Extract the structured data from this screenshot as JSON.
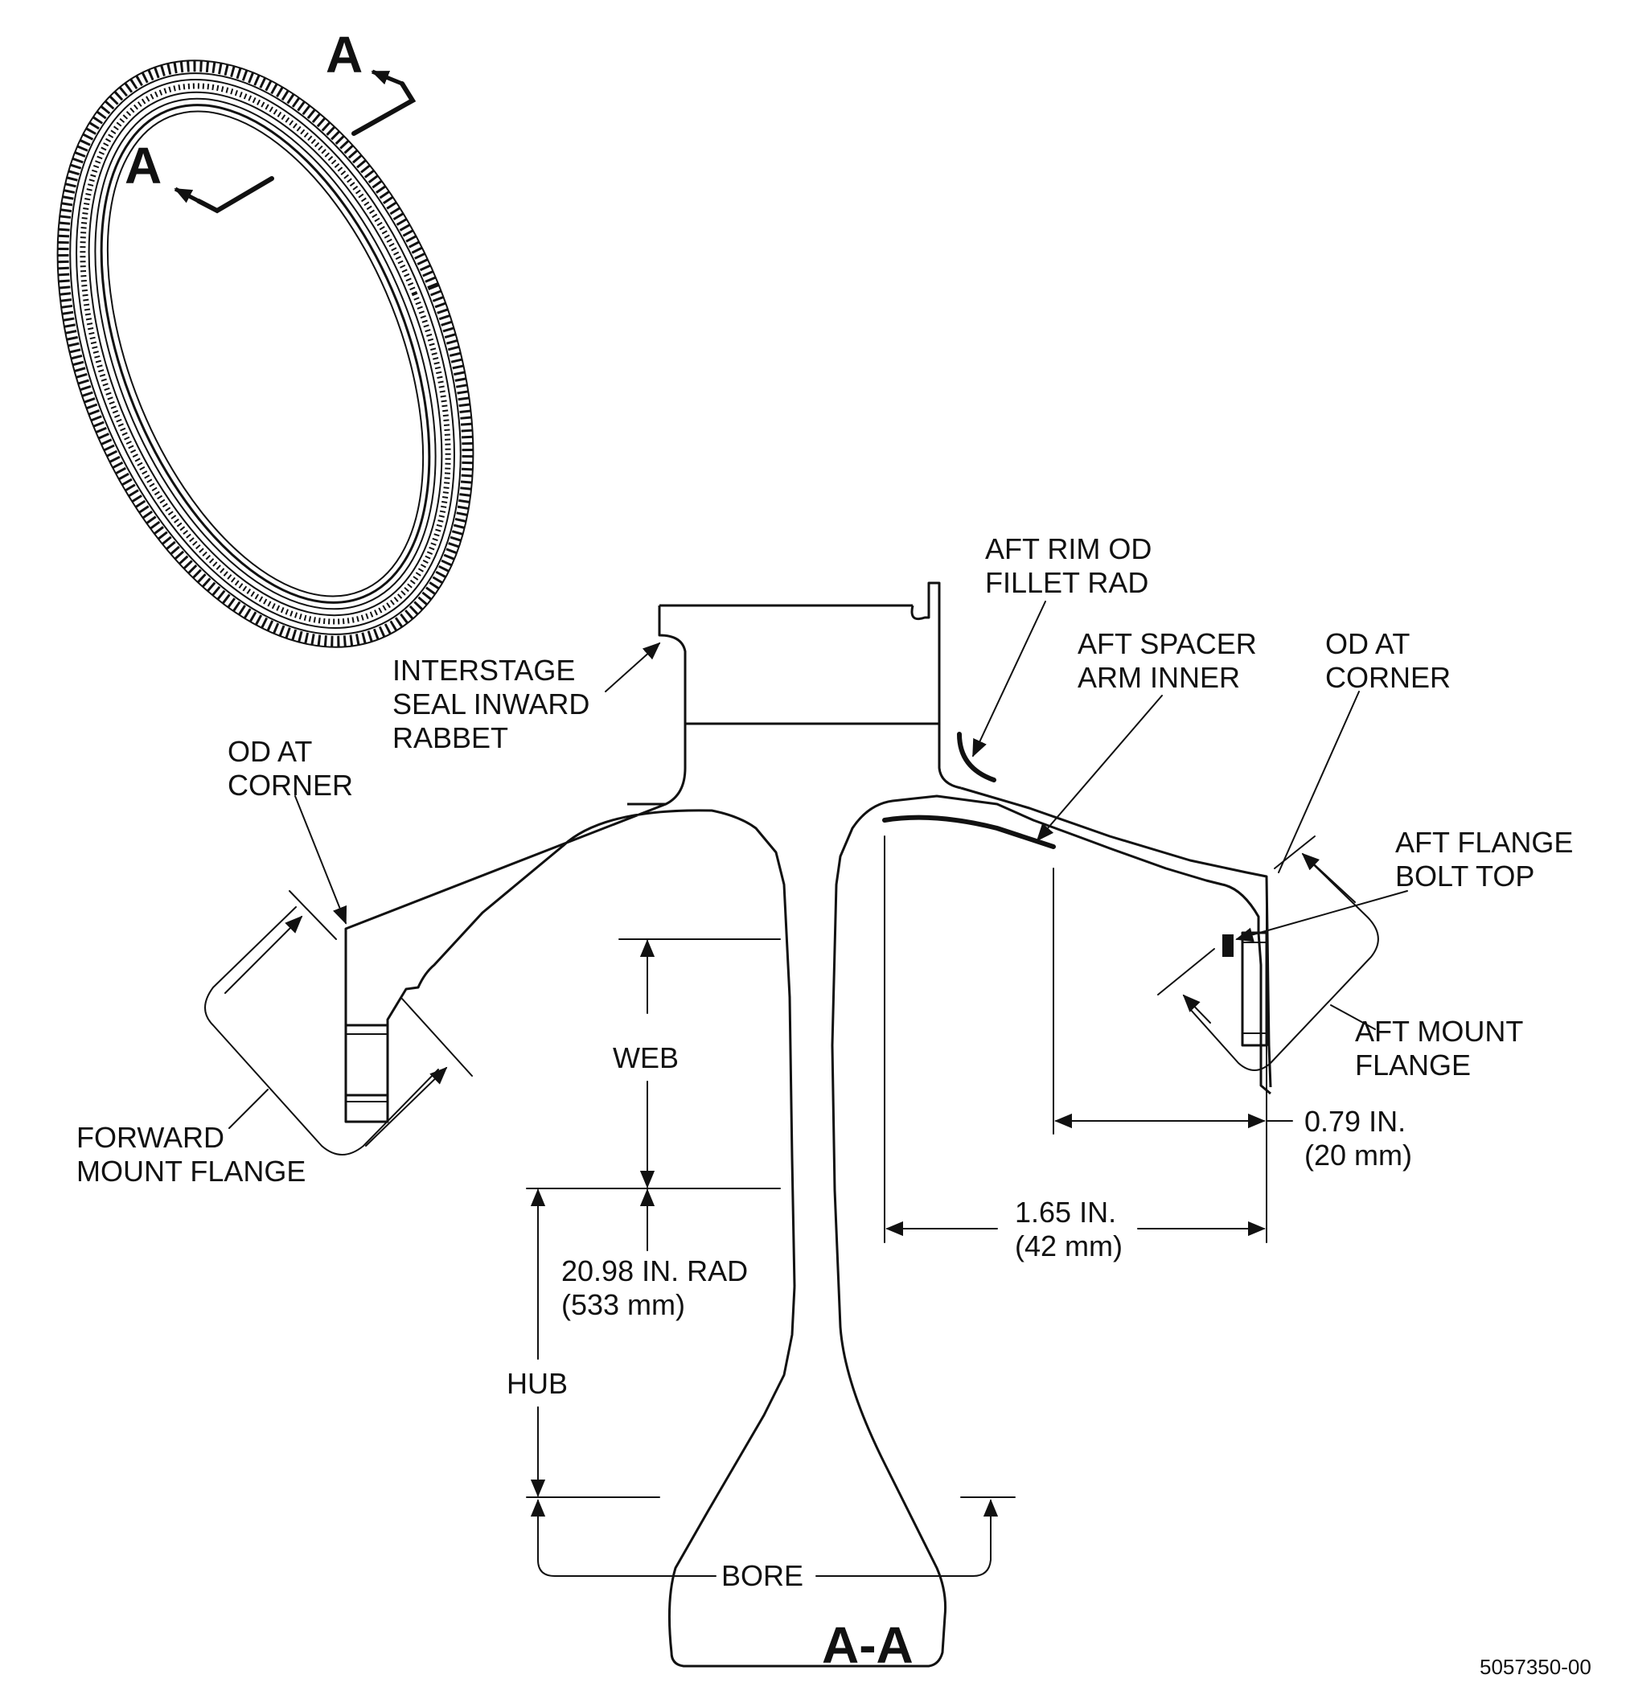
{
  "section_marks": {
    "upper": "A",
    "lower": "A"
  },
  "section_title": "A-A",
  "drawing_number": "5057350-00",
  "labels": {
    "interstage_seal": [
      "INTERSTAGE",
      "SEAL INWARD",
      "RABBET"
    ],
    "aft_rim_od": [
      "AFT RIM OD",
      "FILLET RAD"
    ],
    "aft_spacer_arm": [
      "AFT SPACER",
      "ARM INNER"
    ],
    "od_at_corner_right": [
      "OD AT",
      "CORNER"
    ],
    "od_at_corner_left": [
      "OD AT",
      "CORNER"
    ],
    "aft_flange_bolt": [
      "AFT FLANGE",
      "BOLT TOP"
    ],
    "aft_mount_flange": [
      "AFT MOUNT",
      "FLANGE"
    ],
    "forward_mount_flange": [
      "FORWARD",
      "MOUNT FLANGE"
    ],
    "web": "WEB",
    "hub": "HUB",
    "bore": "BORE"
  },
  "dimensions": {
    "radius": [
      "20.98 IN. RAD",
      "(533 mm)"
    ],
    "spacer_arm_width": [
      "1.65 IN.",
      "(42 mm)"
    ],
    "flange_offset": [
      "0.79 IN.",
      "(20 mm)"
    ]
  }
}
